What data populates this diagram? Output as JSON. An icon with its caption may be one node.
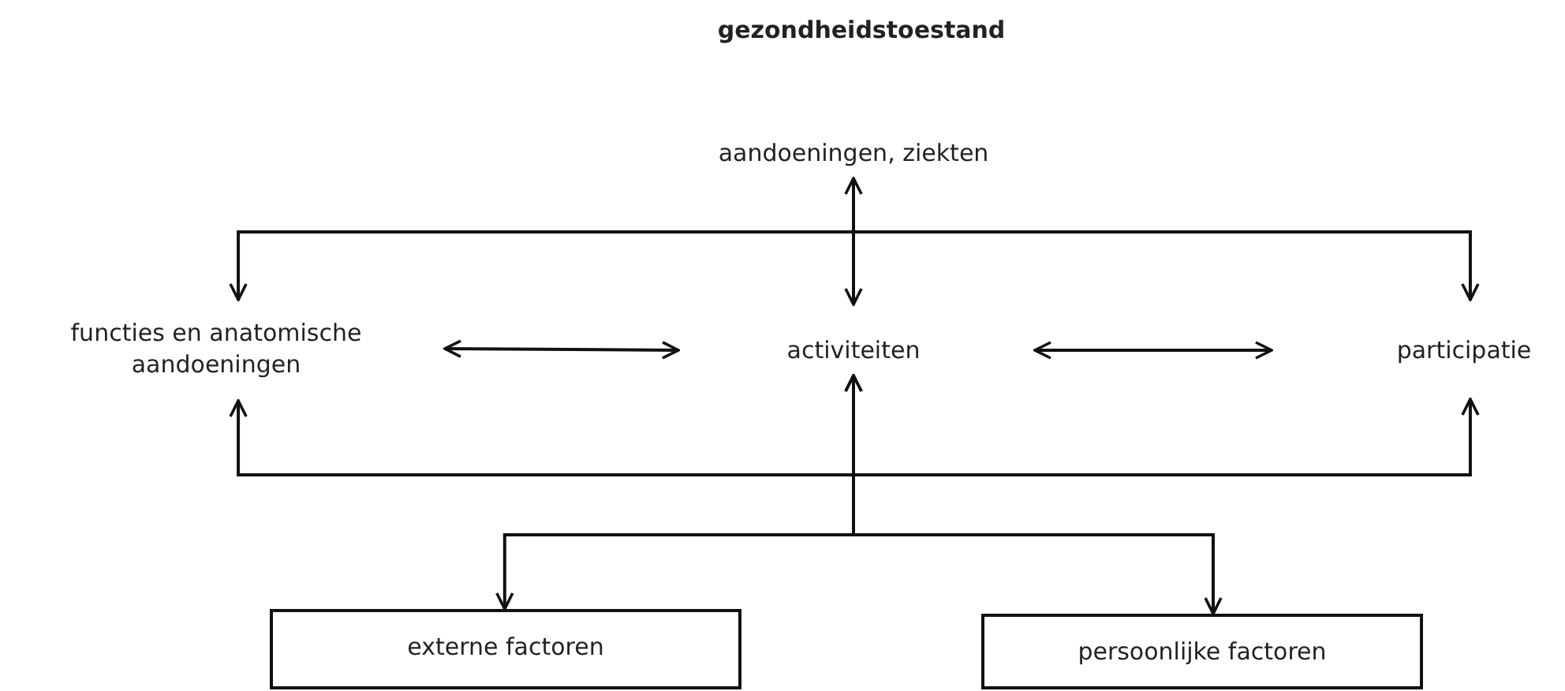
{
  "diagram": {
    "title": "gezondheidstoestand",
    "nodes": [
      {
        "text": [
          "aandoeningen, ziekten"
        ]
      },
      {
        "text": [
          "functies en anatomische aandoeningen"
        ]
      },
      {
        "text": [
          "activiteiten"
        ]
      },
      {
        "text": [
          "participatie"
        ]
      },
      {
        "text": [
          "externe factoren"
        ]
      },
      {
        "text": [
          "persoonlijke factoren"
        ]
      }
    ],
    "edges": [
      {
        "from": 0,
        "to": 2,
        "arrow": "both"
      },
      {
        "from": 1,
        "to": 3,
        "arrow": "both"
      },
      {
        "from": 1,
        "to": 2,
        "arrow": "both"
      },
      {
        "from": 2,
        "to": 3,
        "arrow": "both"
      },
      {
        "from": 1,
        "to": 3,
        "arrow": "both"
      },
      {
        "from": 2,
        "to": 4,
        "arrow": "both"
      },
      {
        "from": 2,
        "to": 5,
        "arrow": "both"
      }
    ]
  }
}
